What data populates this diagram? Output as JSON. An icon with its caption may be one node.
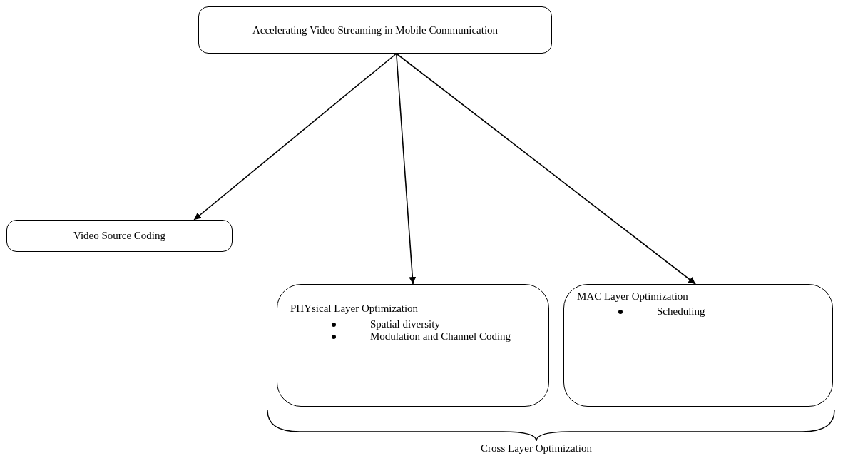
{
  "diagram": {
    "nodes": [
      {
        "text": [
          "Accelerating Video Streaming in Mobile Communication"
        ]
      },
      {
        "text": [
          "Video Source Coding"
        ]
      },
      {
        "text": [
          "PHYsical Layer Optimization",
          "Spatial diversity",
          "Modulation and Channel Coding"
        ]
      },
      {
        "text": [
          "MAC Layer Optimization",
          "Scheduling"
        ]
      }
    ],
    "edges": [
      {
        "from": 0,
        "to": 1,
        "arrow": "to"
      },
      {
        "from": 0,
        "to": 2,
        "arrow": "to"
      },
      {
        "from": 0,
        "to": 3,
        "arrow": "to"
      }
    ],
    "labels": [
      "Cross Layer Optimization"
    ]
  }
}
